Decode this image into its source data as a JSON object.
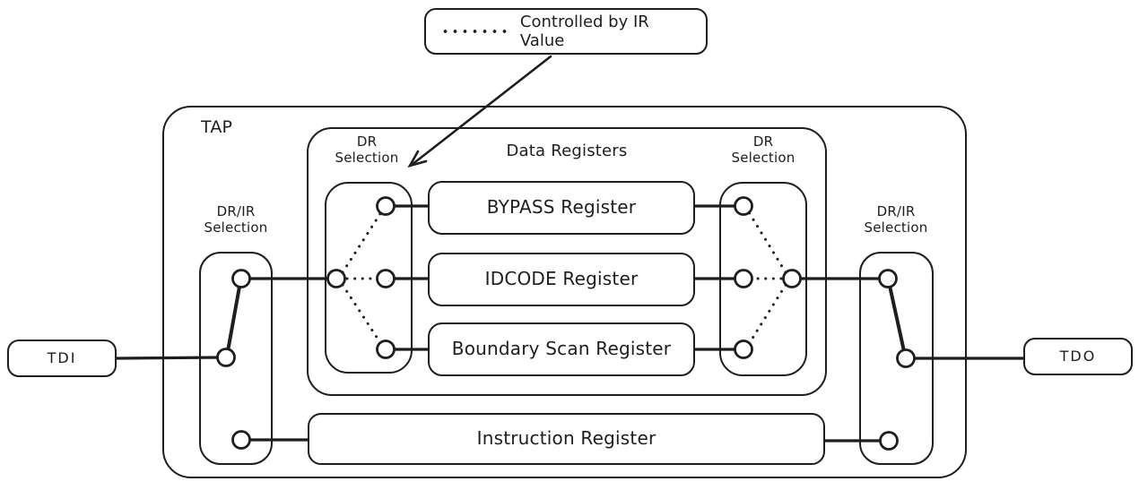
{
  "colors": {
    "stroke": "#1e1e1e",
    "background": "#ffffff"
  },
  "legend": {
    "label": "Controlled by IR Value"
  },
  "tap": {
    "label": "TAP"
  },
  "data_registers": {
    "label": "Data Registers"
  },
  "selectors": {
    "dr_left": {
      "label": "DR\nSelection"
    },
    "dr_right": {
      "label": "DR\nSelection"
    },
    "drir_left": {
      "label": "DR/IR\nSelection"
    },
    "drir_right": {
      "label": "DR/IR\nSelection"
    }
  },
  "registers": {
    "bypass": {
      "label": "BYPASS Register"
    },
    "idcode": {
      "label": "IDCODE Register"
    },
    "boundary": {
      "label": "Boundary Scan Register"
    },
    "instruction": {
      "label": "Instruction Register"
    }
  },
  "ports": {
    "tdi": {
      "label": "TDI"
    },
    "tdo": {
      "label": "TDO"
    }
  }
}
